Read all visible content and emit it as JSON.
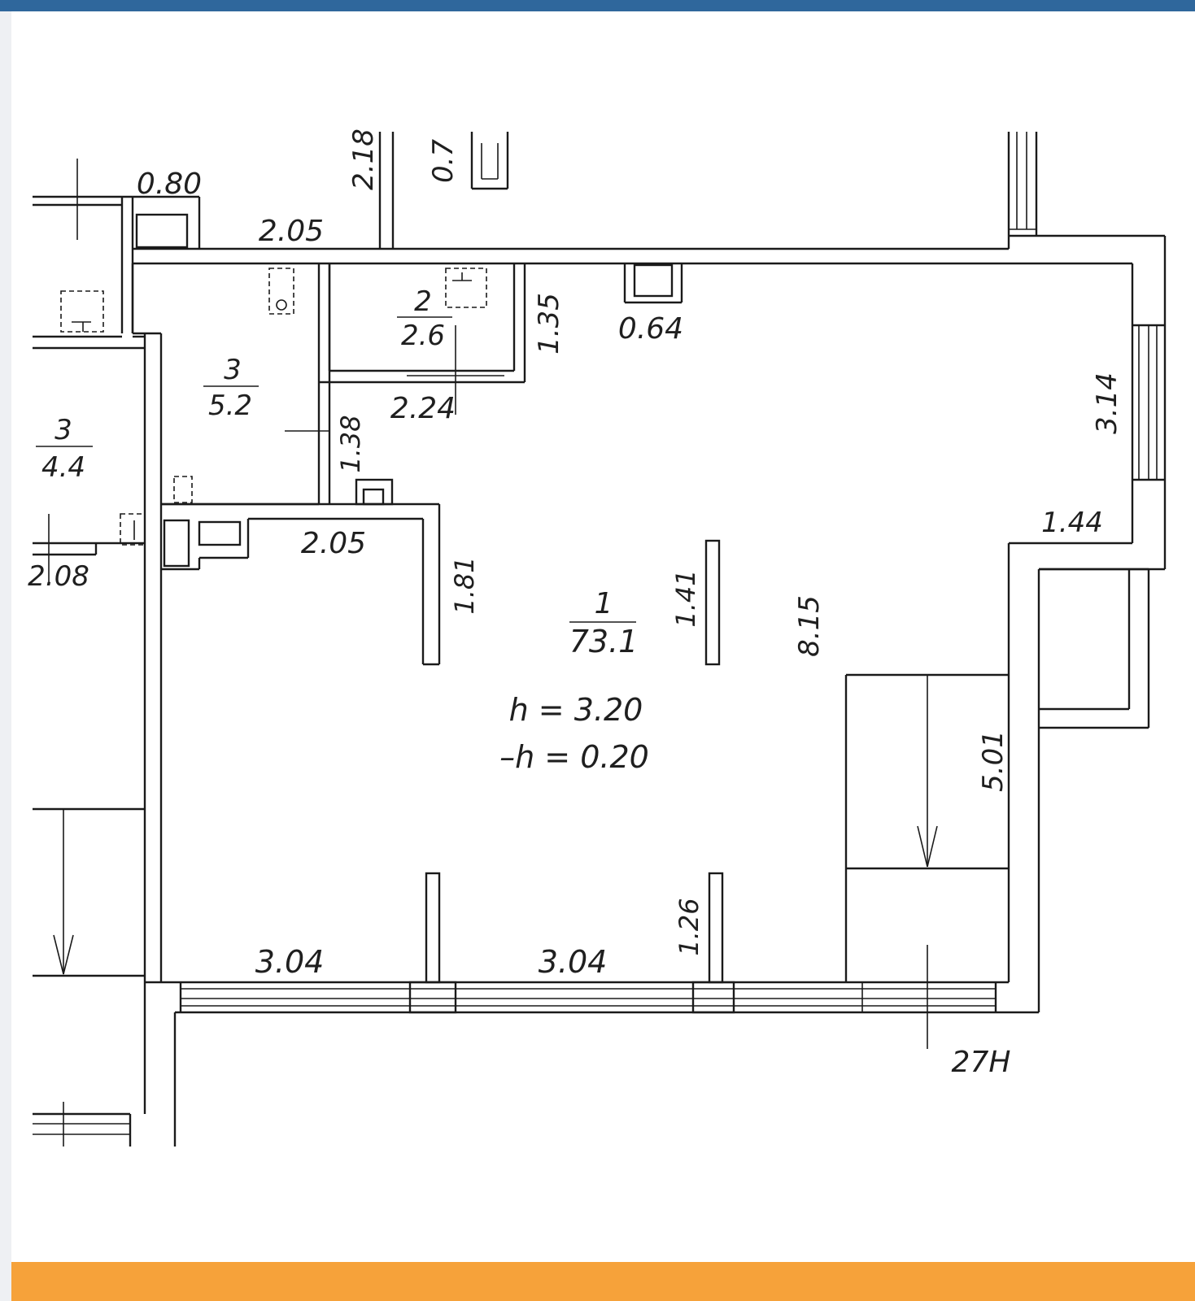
{
  "header": {
    "bar_color": "#2f679c"
  },
  "footer": {
    "bar_color": "#f6a23a"
  },
  "plan": {
    "rooms": [
      {
        "number": "1",
        "area": "73.1"
      },
      {
        "number": "2",
        "area": "2.6"
      },
      {
        "number": "3",
        "area": "5.2"
      },
      {
        "number": "3",
        "area": "4.4"
      }
    ],
    "ceiling_height": "h = 3.20",
    "floor_offset": "–h = 0.20",
    "dimensions": {
      "d_0_80": "0.80",
      "d_2_05_top": "2.05",
      "d_2_18": "2.18",
      "d_0_7": "0.7",
      "d_1_35": "1.35",
      "d_0_64": "0.64",
      "d_3_14": "3.14",
      "d_2_24": "2.24",
      "d_1_38": "1.38",
      "d_2_05_mid": "2.05",
      "d_2_08": "2.08",
      "d_1_81": "1.81",
      "d_1_41": "1.41",
      "d_8_15": "8.15",
      "d_1_44": "1.44",
      "d_5_01": "5.01",
      "d_3_04_left": "3.04",
      "d_3_04_right": "3.04",
      "d_1_26": "1.26"
    },
    "axis_mark": "27H"
  }
}
